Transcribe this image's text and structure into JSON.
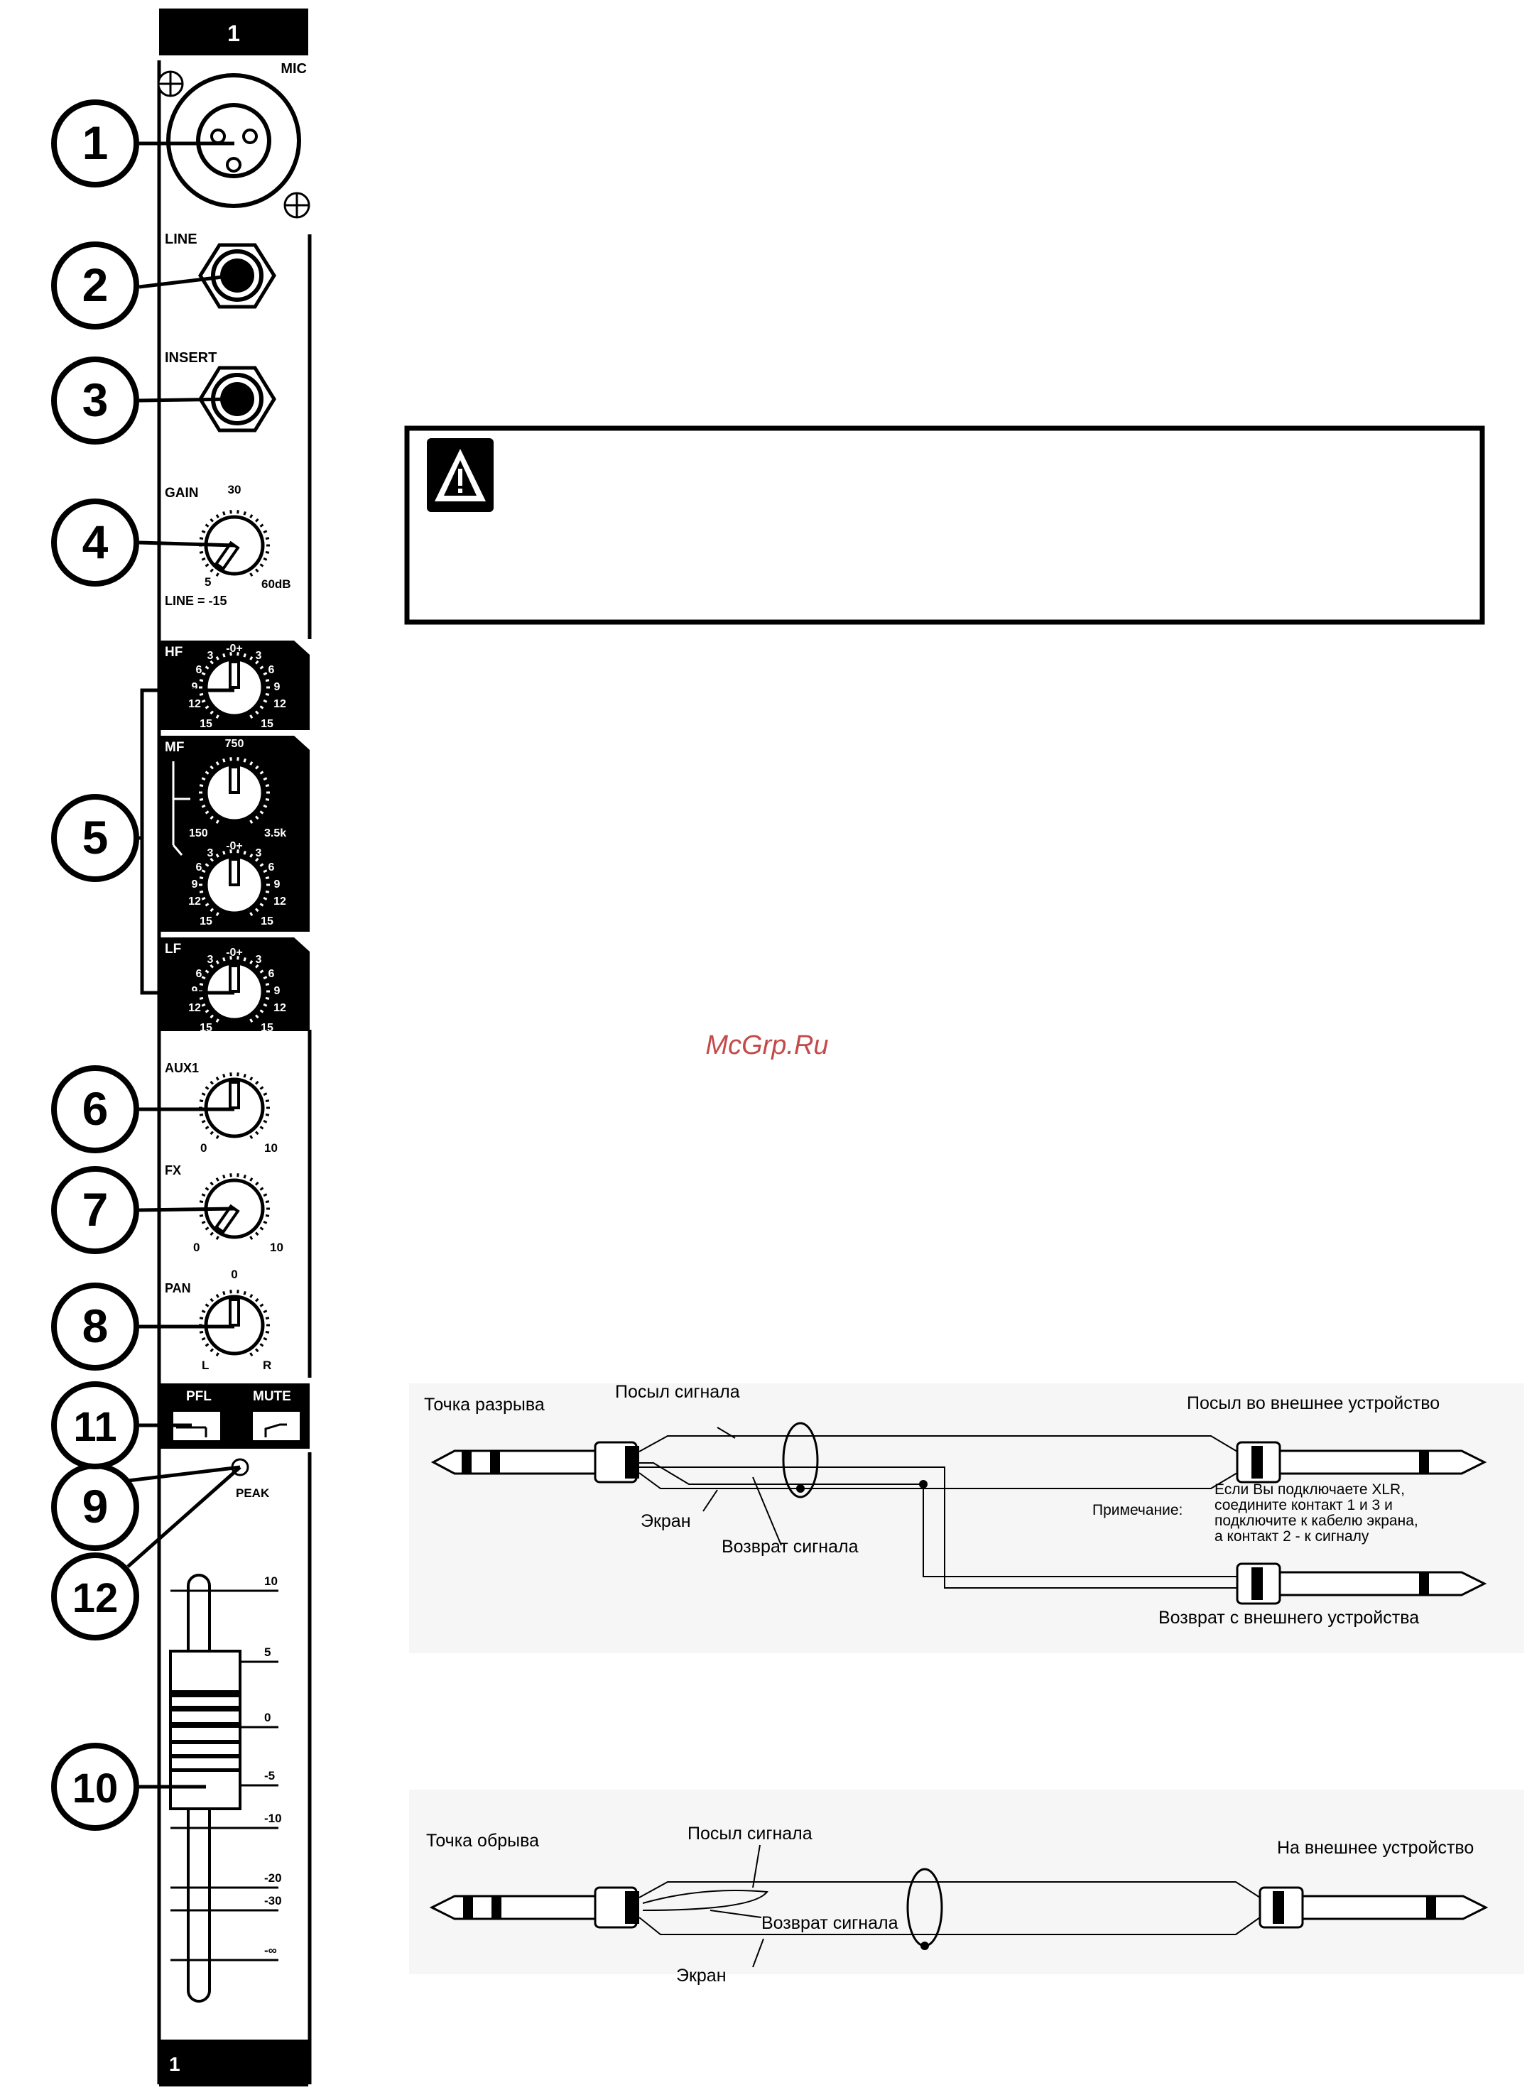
{
  "channel_strip": {
    "channel_number_top": "1",
    "channel_number_bottom": "1",
    "labels": {
      "mic": "MIC",
      "line": "LINE",
      "insert": "INSERT",
      "gain": "GAIN",
      "gain_min": "5",
      "gain_mid": "30",
      "gain_max": "60dB",
      "line_note": "LINE = -15",
      "hf": "HF",
      "mf": "MF",
      "lf": "LF",
      "mf_freq_min": "150",
      "mf_freq_mid": "750",
      "mf_freq_max": "3.5k",
      "aux1": "AUX1",
      "fx": "FX",
      "pan": "PAN",
      "knob_min": "0",
      "knob_max": "10",
      "pan_center": "0",
      "pan_left": "L",
      "pan_right": "R",
      "pfl": "PFL",
      "mute": "MUTE",
      "peak": "PEAK"
    },
    "eq_scale": [
      "-0+",
      "3",
      "6",
      "9",
      "12",
      "15"
    ],
    "fader_scale": [
      "10",
      "5",
      "0",
      "-5",
      "-10",
      "-20",
      "-30",
      "-∞"
    ],
    "callouts": [
      "1",
      "2",
      "3",
      "4",
      "5",
      "6",
      "7",
      "8",
      "9",
      "10",
      "11",
      "12"
    ]
  },
  "warning_box": {
    "icon": "warning-triangle-icon",
    "text": ""
  },
  "watermark": "McGrp.Ru",
  "insert_diagram": {
    "break_point": "Точка разрыва",
    "signal_send": "Посыл сигнала",
    "send_to_external": "Посыл во внешнее устройство",
    "shield": "Экран",
    "signal_return": "Возврат сигнала",
    "note_label": "Примечание:",
    "note_text": [
      "Если Вы подключаете XLR,",
      "соедините контакт 1 и 3 и",
      "подключите к кабелю экрана,",
      "а контакт 2 - к сигналу"
    ],
    "return_from_external": "Возврат с внешнего устройства"
  },
  "direct_out_diagram": {
    "break_point": "Точка обрыва",
    "signal_send": "Посыл сигнала",
    "to_external": "На внешнее устройство",
    "signal_return": "Возврат сигнала",
    "shield": "Экран"
  }
}
